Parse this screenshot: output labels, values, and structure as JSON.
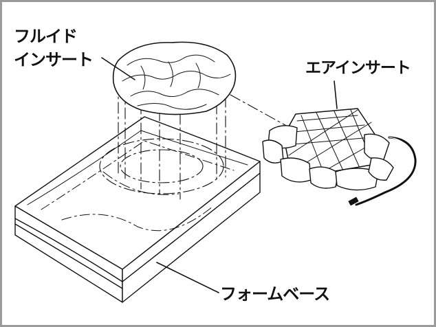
{
  "labels": {
    "fluid_insert_line1": "フルイド",
    "fluid_insert_line2": "インサート",
    "air_insert": "エアインサート",
    "foam_base": "フォームベース"
  },
  "colors": {
    "frame": "#9a9a9a",
    "ink": "#111111",
    "background": "#ffffff"
  }
}
